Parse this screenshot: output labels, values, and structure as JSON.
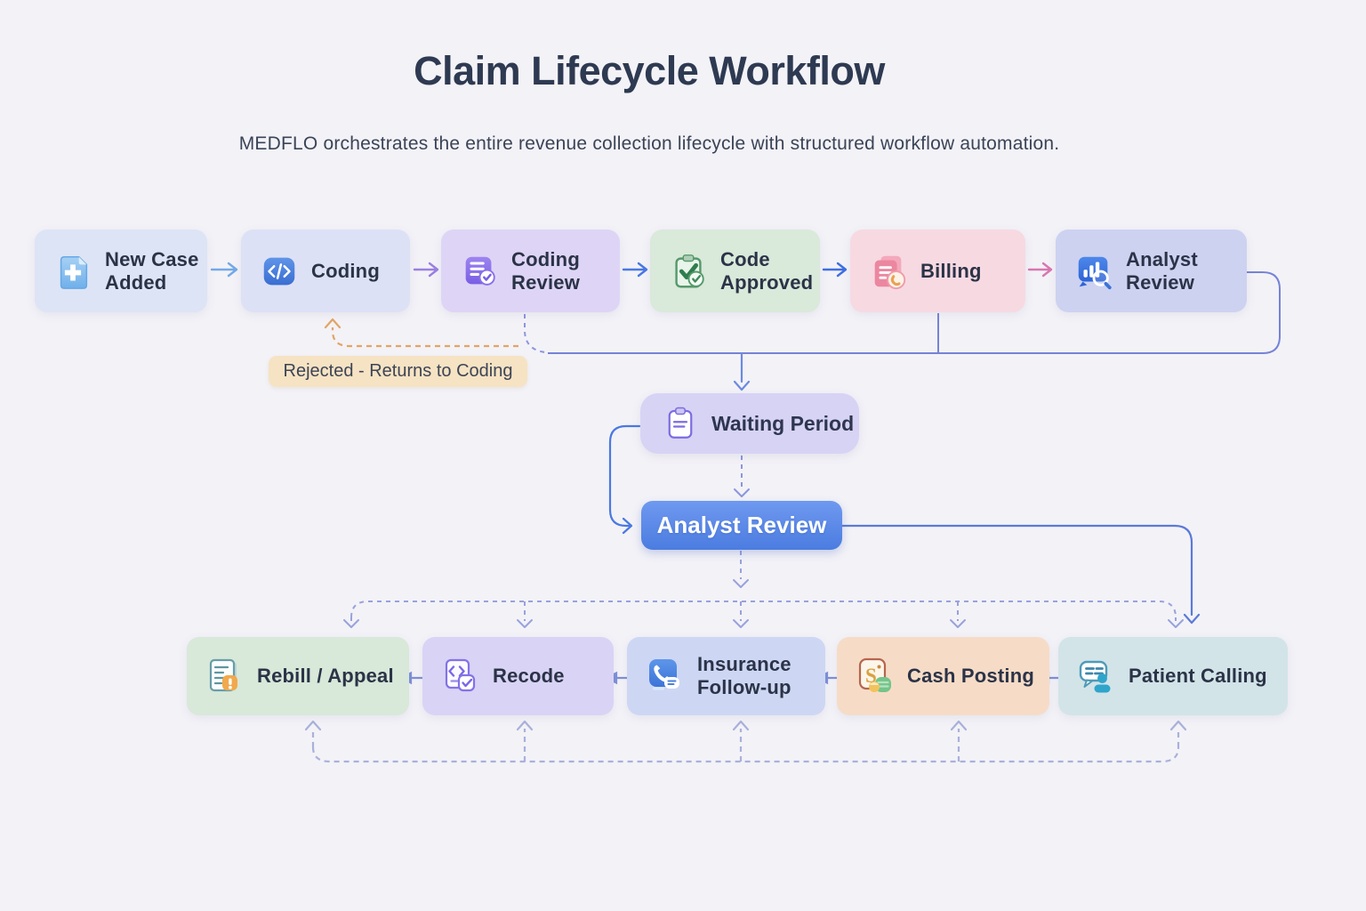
{
  "header": {
    "title": "Claim Lifecycle Workflow",
    "subtitle": "MEDFLO orchestrates the entire revenue collection lifecycle with structured workflow automation."
  },
  "top_row": {
    "nodes": [
      {
        "label": "New Case Added",
        "icon": "document-plus-icon",
        "bg": "#dde4f5"
      },
      {
        "label": "Coding",
        "icon": "code-icon",
        "bg": "#dde1f6"
      },
      {
        "label": "Coding Review",
        "icon": "document-review-check-icon",
        "bg": "#ded5f6"
      },
      {
        "label": "Code Approved",
        "icon": "clipboard-check-icon",
        "bg": "#d9e9da"
      },
      {
        "label": "Billing",
        "icon": "billing-invoice-icon",
        "bg": "#f7d9e2"
      },
      {
        "label": "Analyst Review",
        "icon": "chart-magnifier-icon",
        "bg": "#cdd2f1"
      }
    ]
  },
  "reject_path": {
    "label": "Rejected - Returns to Coding",
    "bg": "#f6e3c3",
    "line_color": "#e2a565"
  },
  "middle": {
    "waiting_node": {
      "label": "Waiting Period",
      "icon": "clipboard-icon",
      "bg": "#d7d3f5"
    },
    "analyst_button": {
      "label": "Analyst Review",
      "bg": "#5b87e8"
    }
  },
  "bottom_row": {
    "nodes": [
      {
        "label": "Rebill / Appeal",
        "icon": "document-alert-icon",
        "bg": "#d8e8d9"
      },
      {
        "label": "Recode",
        "icon": "code-check-icon",
        "bg": "#d9d3f5"
      },
      {
        "label": "Insurance Follow-up",
        "icon": "phone-chat-icon",
        "bg": "#cdd7f4"
      },
      {
        "label": "Cash Posting",
        "icon": "cash-posting-icon",
        "bg": "#f6dcc7"
      },
      {
        "label": "Patient Calling",
        "icon": "chat-person-icon",
        "bg": "#d2e4e8"
      }
    ]
  },
  "colors": {
    "background": "#f3f2f7",
    "title_text": "#2e3a52",
    "node_text": "#2b3347",
    "solid_connector": "#7583d6",
    "dashed_connector": "#98a2dc",
    "return_dashed_connector": "#a9b1da",
    "reject_connector": "#e2a565",
    "arrow_light_blue": "#74a9e6",
    "arrow_purple": "#9a80e2",
    "arrow_blue": "#4a78e2",
    "arrow_deep_blue": "#3f6ee2",
    "arrow_pink": "#d877b2",
    "bottom_arrow": "#7e90d8",
    "analyst_button_bg": "#5b87e8"
  }
}
